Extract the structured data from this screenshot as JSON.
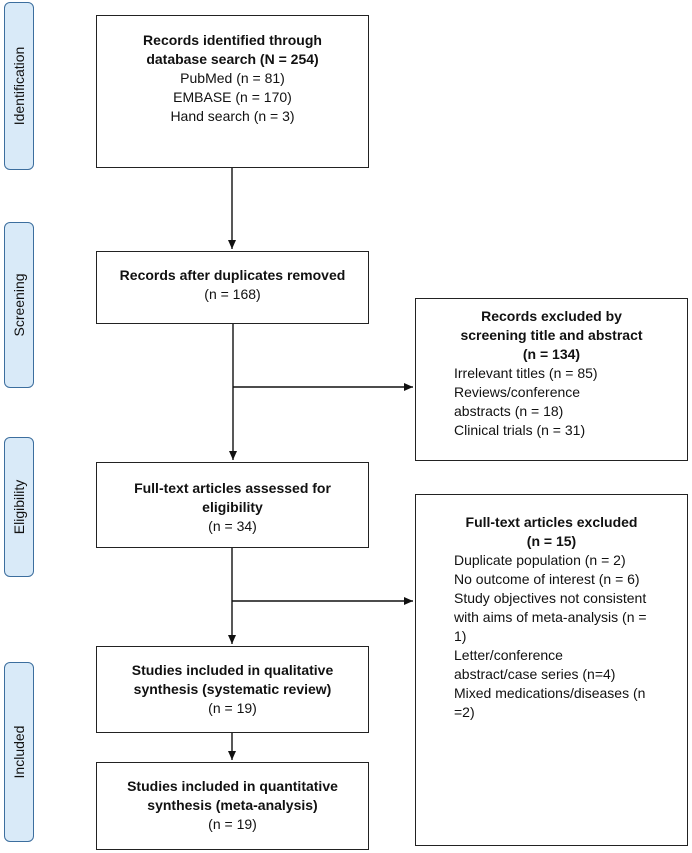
{
  "phases": {
    "identification": "Identification",
    "screening": "Screening",
    "eligibility": "Eligibility",
    "included": "Included"
  },
  "boxes": {
    "identified": {
      "title_line1": "Records identified through",
      "title_line2": "database search (N = 254)",
      "sources": [
        "PubMed (n = 81)",
        "EMBASE (n = 170)",
        "Hand search (n = 3)"
      ]
    },
    "duplicates_removed": {
      "title": "Records after duplicates removed",
      "count": "(n = 168)"
    },
    "excluded_screening": {
      "title_line1": "Records excluded by",
      "title_line2": "screening title and abstract",
      "title_line3": "(n = 134)",
      "reasons": [
        "Irrelevant titles (n = 85)",
        "Reviews/conference",
        "abstracts (n = 18)",
        "Clinical trials (n = 31)"
      ]
    },
    "full_text_assessed": {
      "title_line1": "Full-text articles assessed for",
      "title_line2": "eligibility",
      "count": "(n = 34)"
    },
    "full_text_excluded": {
      "title_line1": "Full-text articles excluded",
      "title_line2": "(n = 15)",
      "reasons": [
        "Duplicate population (n = 2)",
        "No outcome of interest (n = 6)",
        "Study objectives not consistent",
        "with aims of meta-analysis (n =",
        "1)",
        "Letter/conference",
        "abstract/case series (n=4)",
        "Mixed medications/diseases (n",
        "=2)"
      ]
    },
    "qualitative": {
      "title_line1": "Studies included in qualitative",
      "title_line2": "synthesis (systematic review)",
      "count": "(n = 19)"
    },
    "quantitative": {
      "title_line1": "Studies included in quantitative",
      "title_line2": "synthesis (meta-analysis)",
      "count": "(n = 19)"
    }
  }
}
